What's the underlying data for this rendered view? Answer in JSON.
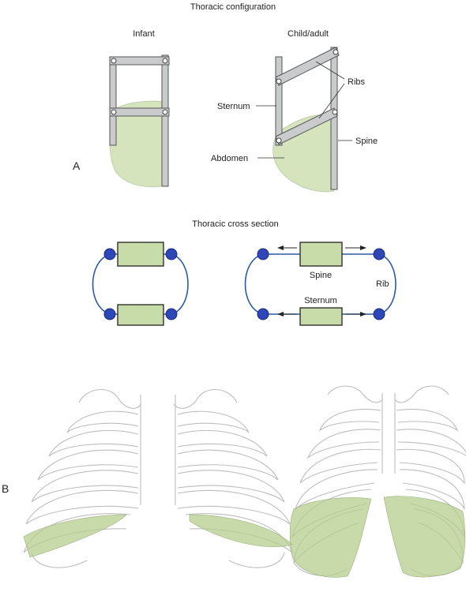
{
  "titles": {
    "configuration": "Thoracic configuration",
    "cross_section": "Thoracic cross section"
  },
  "panel_a": {
    "letter": "A",
    "infant_label": "Infant",
    "adult_label": "Child/adult",
    "labels": {
      "ribs": "Ribs",
      "sternum": "Sternum",
      "spine": "Spine",
      "abdomen": "Abdomen"
    }
  },
  "cross_section": {
    "labels": {
      "spine": "Spine",
      "rib": "Rib",
      "sternum": "Sternum"
    }
  },
  "panel_b": {
    "letter": "B"
  },
  "colors": {
    "abdomen_fill": "#d6e4bd",
    "diaphragm_fill": "#b5cd8e",
    "rib_ring": "#2b5aa6",
    "rib_node": "#2d46b8",
    "bone_block": "#c7dca8"
  }
}
